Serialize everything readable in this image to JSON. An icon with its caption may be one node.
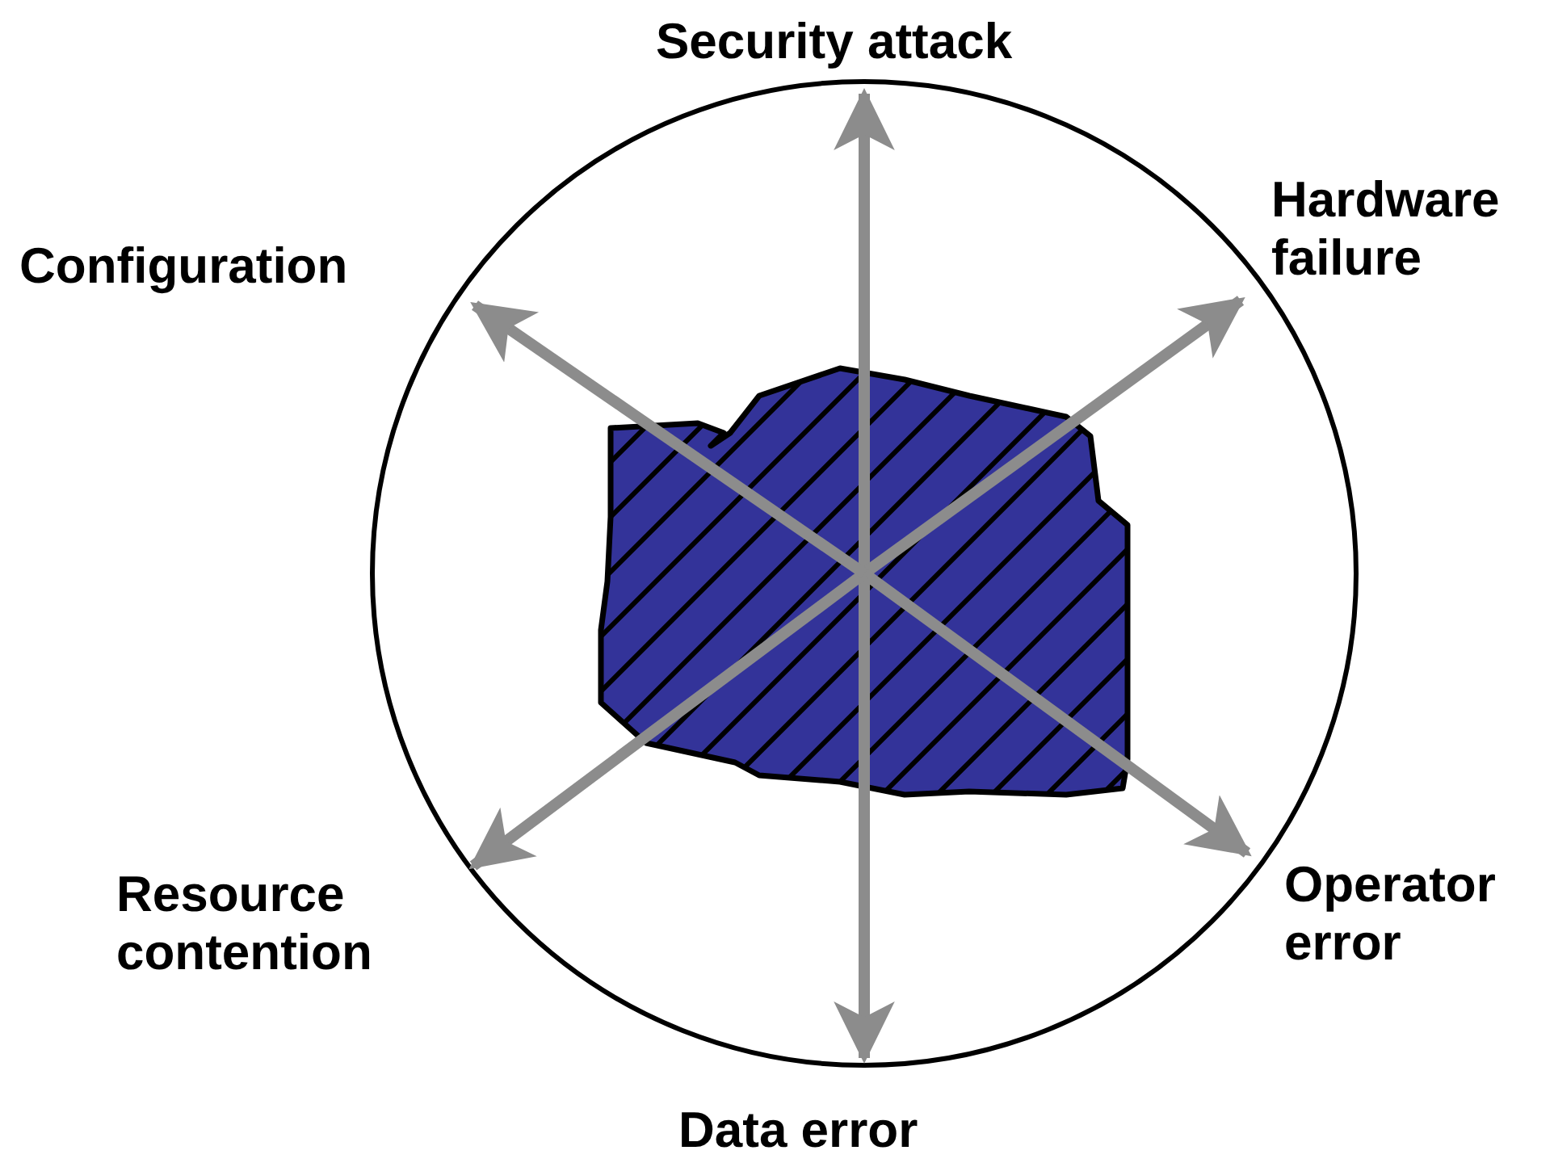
{
  "diagram": {
    "nodes": [
      {
        "text": [],
        "shape": "circle"
      },
      {
        "text": [],
        "shape": "blob",
        "in": 0
      },
      {
        "text": [
          "Security attack"
        ]
      },
      {
        "text": [
          "Configuration"
        ]
      },
      {
        "text": [
          "Hardware failure"
        ]
      },
      {
        "text": [
          "Resource contention"
        ]
      },
      {
        "text": [
          "Operator error"
        ]
      },
      {
        "text": [
          "Data error"
        ]
      }
    ],
    "edges": [
      {
        "from": 1,
        "to": 2,
        "arrow": "to"
      },
      {
        "from": 1,
        "to": 4,
        "arrow": "to"
      },
      {
        "from": 1,
        "to": 6,
        "arrow": "to"
      },
      {
        "from": 1,
        "to": 7,
        "arrow": "to"
      },
      {
        "from": 1,
        "to": 5,
        "arrow": "to"
      },
      {
        "from": 1,
        "to": 3,
        "arrow": "to"
      }
    ]
  }
}
